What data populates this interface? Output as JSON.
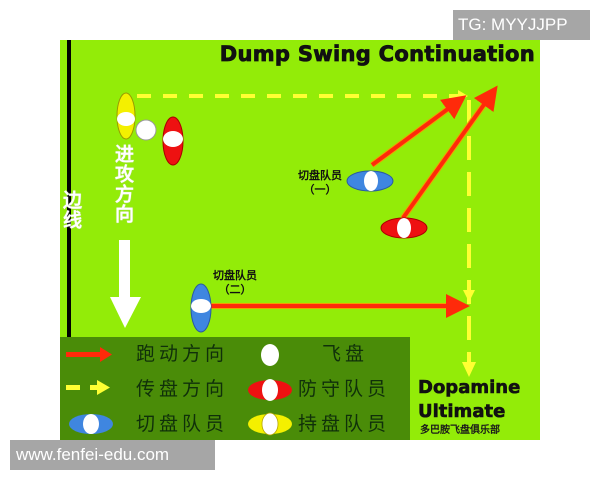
{
  "diagram": {
    "title": "Dump Swing Continuation",
    "attack_direction_label": "进攻方向",
    "sideline_label": "边线",
    "cutter_one_label": "切盘队员",
    "cutter_one_suffix": "（一）",
    "cutter_two_label": "切盘队员",
    "cutter_two_suffix": "（二）",
    "brand_line1": "Dopamine",
    "brand_line2": "Ultimate",
    "club_name": "多巴胺飞盘俱乐部",
    "colors": {
      "field": "#93ec08",
      "legend_bg": "#4a8c08",
      "run_arrow": "#ff2a0a",
      "pass_arrow": "#ffff33",
      "defender": "#ee1111",
      "cutter": "#3f86e0",
      "handler": "#f4f000",
      "disc": "#ffffff"
    }
  },
  "legend": {
    "items": [
      {
        "symbol": "red-arrow",
        "label": "跑动方向"
      },
      {
        "symbol": "disc",
        "label": "飞盘"
      },
      {
        "symbol": "yellow-dashed-arrow",
        "label": "传盘方向"
      },
      {
        "symbol": "defender",
        "label": "防守队员"
      },
      {
        "symbol": "cutter",
        "label": "切盘队员"
      },
      {
        "symbol": "handler",
        "label": "持盘队员"
      }
    ]
  },
  "watermarks": {
    "tg": "TG: MYYJJPP",
    "url": "www.fenfei-edu.com"
  }
}
